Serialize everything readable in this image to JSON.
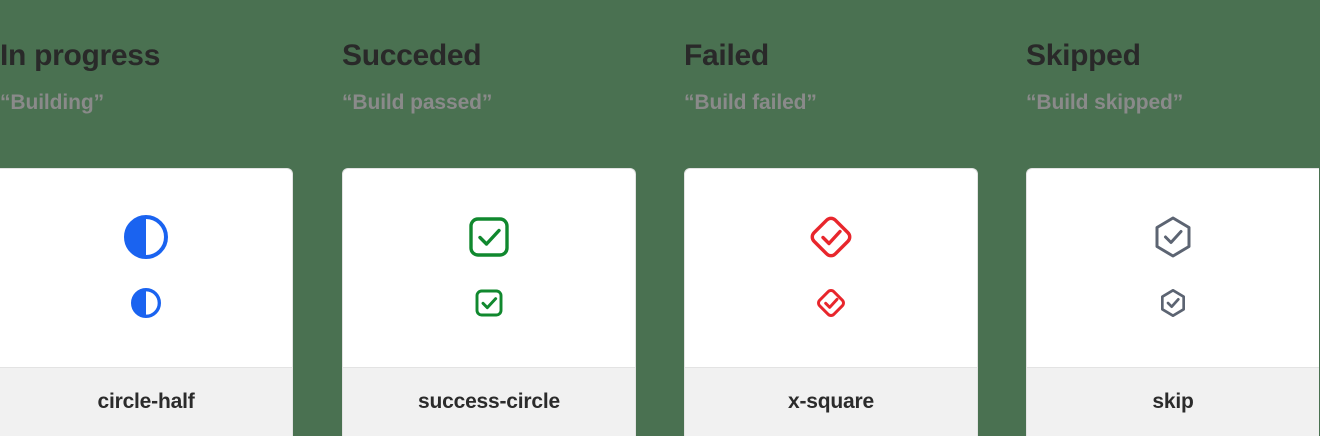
{
  "page": {
    "background_color": "#4a7151",
    "card_background": "#ffffff",
    "card_footer_background": "#f1f1f1",
    "card_border_color": "#e3e3e3",
    "heading_color": "#292929",
    "subheading_color": "#8a8a8a"
  },
  "columns": [
    {
      "heading": "In progress",
      "subheading": "“Building”",
      "icon_name": "circle-half",
      "icon_color": "#1a63f0",
      "footer_label": "circle-half"
    },
    {
      "heading": "Succeded",
      "subheading": "“Build passed”",
      "icon_name": "success-circle",
      "icon_color": "#10882e",
      "footer_label": "success-circle"
    },
    {
      "heading": "Failed",
      "subheading": "“Build failed”",
      "icon_name": "x-square",
      "icon_color": "#e8262c",
      "footer_label": "x-square"
    },
    {
      "heading": "Skipped",
      "subheading": "“Build skipped”",
      "icon_name": "skip",
      "icon_color": "#5c6472",
      "footer_label": "skip"
    }
  ]
}
